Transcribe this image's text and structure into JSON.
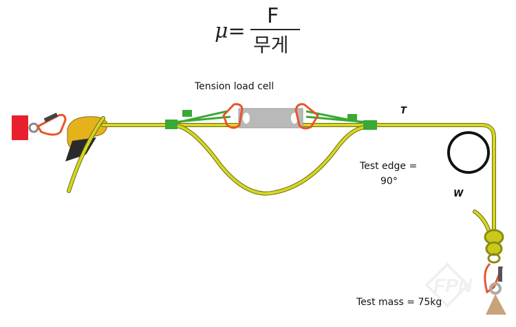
{
  "formula": {
    "lhs": "μ=",
    "numerator": "F",
    "denominator": "무게"
  },
  "labels": {
    "load_cell": "Tension load cell",
    "tension": "T",
    "test_edge_line1": "Test edge =",
    "test_edge_line2": "90°",
    "weight": "W",
    "test_mass": "Test mass = 75kg"
  },
  "watermark": "FPN",
  "colors": {
    "rope": "#c9c91c",
    "knot": "#3aa835",
    "carabiner": "#e8532a",
    "anchor": "#e8202e",
    "load_cell": "#b9b9b9",
    "mass": "#c9a27a"
  }
}
